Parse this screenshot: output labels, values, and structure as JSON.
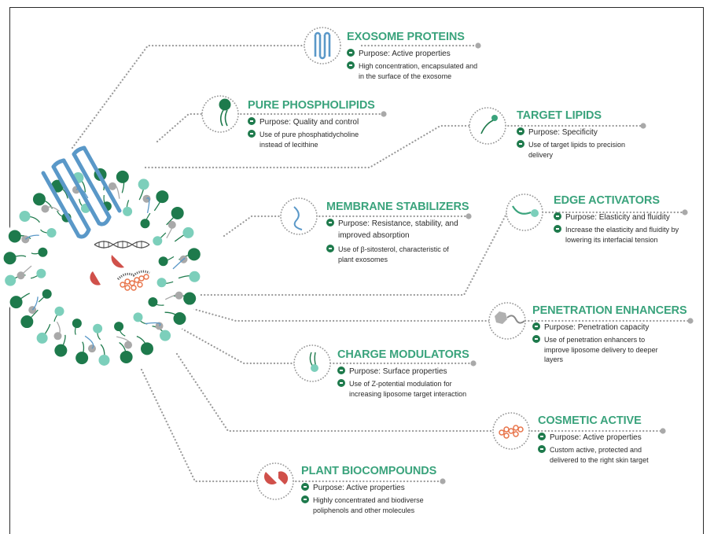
{
  "colors": {
    "accent_green": "#3aa37c",
    "dark_green": "#1e7a4c",
    "mint": "#7ccfbb",
    "blue": "#5a98c8",
    "grey": "#a9a9a9",
    "red": "#d0504a",
    "orange": "#e8744a"
  },
  "sections": [
    {
      "id": "exosome-proteins",
      "title": "EXOSOME PROTEINS",
      "icon": "protein-icon",
      "purpose": "Purpose: Active properties",
      "details": [
        "High concentration, encapsulated and",
        "in the surface of the exosome"
      ]
    },
    {
      "id": "pure-phospholipids",
      "title": "PURE PHOSPHOLIPIDS",
      "icon": "phospholipid-icon",
      "purpose": "Purpose: Quality and control",
      "details": [
        "Use of pure phosphatidycholine",
        "instead of lecithine"
      ]
    },
    {
      "id": "target-lipids",
      "title": "TARGET LIPIDS",
      "icon": "target-lipid-icon",
      "purpose": "Purpose: Specificity",
      "details": [
        "Use of target lipids to precision",
        "delivery"
      ]
    },
    {
      "id": "membrane-stabilizers",
      "title": "MEMBRANE STABILIZERS",
      "icon": "sterol-icon",
      "purpose": "Purpose: Resistance, stability, and",
      "purpose_cont": "improved absorption",
      "details": [
        "Use of β-sitosterol, characteristic of",
        "plant exosomes"
      ]
    },
    {
      "id": "edge-activators",
      "title": "EDGE ACTIVATORS",
      "icon": "edge-activator-icon",
      "purpose": "Purpose: Elasticity and fluidity",
      "details": [
        "Increase the elasticity and fluidity by",
        "lowering its interfacial tension"
      ]
    },
    {
      "id": "penetration-enhancers",
      "title": "PENETRATION ENHANCERS",
      "icon": "penetration-enhancer-icon",
      "purpose": "Purpose: Penetration capacity",
      "details": [
        "Use of penetration enhancers to",
        "improve liposome delivery to deeper",
        "layers"
      ]
    },
    {
      "id": "charge-modulators",
      "title": "CHARGE MODULATORS",
      "icon": "charge-modulator-icon",
      "purpose": "Purpose: Surface properties",
      "details": [
        "Use of Z-potential modulation for",
        "increasing liposome target interaction"
      ]
    },
    {
      "id": "cosmetic-active",
      "title": "COSMETIC ACTIVE",
      "icon": "cosmetic-active-icon",
      "purpose": "Purpose: Active properties",
      "details": [
        "Custom active, protected and",
        "delivered to the right skin target"
      ]
    },
    {
      "id": "plant-biocompounds",
      "title": "PLANT BIOCOMPOUNDS",
      "icon": "plant-biocompound-icon",
      "purpose": "Purpose: Active properties",
      "details": [
        "Highly concentrated and biodiverse",
        "poliphenols and other molecules"
      ]
    }
  ]
}
